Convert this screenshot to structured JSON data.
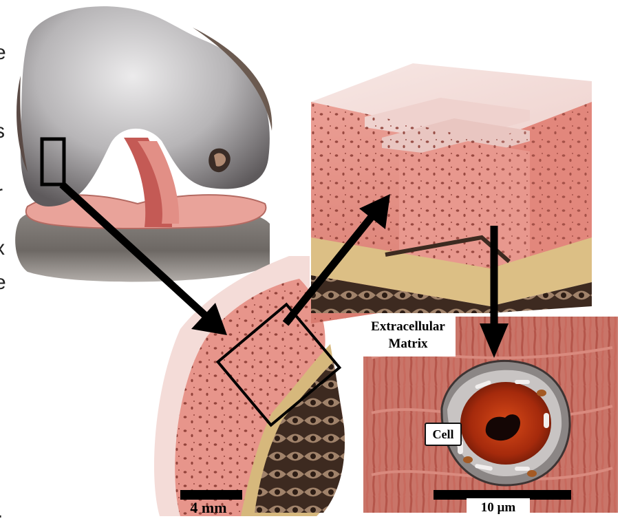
{
  "labels": {
    "extracellular_matrix_line1": "Extracellular",
    "extracellular_matrix_line2": "Matrix",
    "cell": "Cell",
    "scale_bar_left": "4 mm",
    "scale_bar_right": "10 µm"
  },
  "colors": {
    "cartilage_pink": "#e8968c",
    "cartilage_light": "#f3c9c2",
    "bone_tan": "#d9b97e",
    "bone_gray": "#8d8a8c",
    "nucleus_red": "#b0300f",
    "arrow_black": "#000000"
  },
  "icons": {
    "arrow": "black-arrow",
    "selection_box": "black-outline-rectangle"
  }
}
